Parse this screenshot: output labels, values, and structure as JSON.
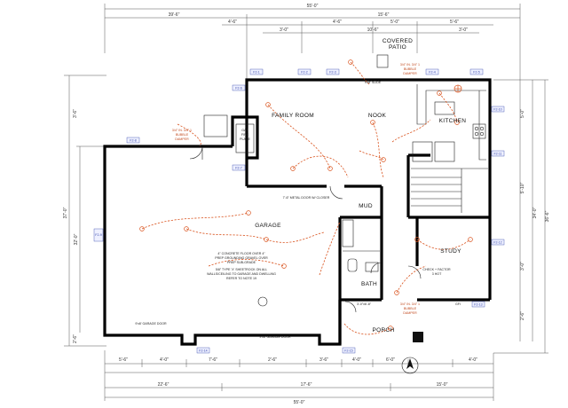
{
  "dims": {
    "top_overall": "55'-0\"",
    "top_left": "39'-6\"",
    "top_right": "15'-6\"",
    "top_row3": [
      "4'-6\"",
      "4'-6\"",
      "5'-0\"",
      "5'-6\""
    ],
    "top_row4": [
      "3'-0\"",
      "10'-6\"",
      "3'-0\""
    ],
    "left_overall": "37'-0\"",
    "left_row2": "32'-0\"",
    "left_small": [
      "3'-6\"",
      "2'-6\""
    ],
    "right_overall": "36'-6\"",
    "right_row2": "34'-0\"",
    "right_small": [
      "5'-0\"",
      "5'-10\"",
      "3'-0\"",
      "2'-6\""
    ],
    "bottom_overall": "55'-0\"",
    "bottom_row2": [
      "22'-6\"",
      "17'-6\"",
      "15'-0\""
    ],
    "bottom_row3": [
      "5'-6\"",
      "4'-0\"",
      "7'-6\"",
      "2'-6\"",
      "3'-6\"",
      "4'-0\"",
      "6'-0\"",
      "4'-0\""
    ]
  },
  "rooms": {
    "covered_patio": [
      "COVERED",
      "PATIO"
    ],
    "family_room": "FAMILY ROOM",
    "nook": "NOOK",
    "kitchen": "KITCHEN",
    "garage": "GARAGE",
    "mud": "MUD",
    "bath": "BATH",
    "study": "STUDY",
    "porch": "PORCH"
  },
  "notes": {
    "gas_fireplace": [
      "GAS",
      "FIRE",
      "PLACE"
    ],
    "patio_door": "9'x8' SLIDE",
    "steel_door": "7'-6\" METAL DOOR W/ CLOSER",
    "garage_slab": [
      "4\" CONCRETE FLOOR OVER 4\"",
      "PREP GROUNDING GRAVEL OVER",
      "PREP SUB-GRADE"
    ],
    "garage_wall": [
      "5/8\" TYPE 'X' SHEETROCK ON ALL",
      "WALLS/CEILING TO GARAGE AND DWELLING",
      "REFER TO NOTE 19"
    ],
    "garage_door_left": "9'x8' GARAGE DOOR",
    "garage_door_right": "9'x8' GARAGE DOOR",
    "smoke_left": [
      "3/4\" IN. 3/4\" 1",
      "BUBBLE",
      "DAMPER"
    ],
    "smoke_top": [
      "3/4\" IN. 3/4\" 1",
      "BUBBLE",
      "DAMPER"
    ],
    "study_check": [
      "CHECK + FACTOR",
      "3 HOT"
    ],
    "porch_box": [
      "3/4\" IN. 3/4\" 1",
      "BUBBLE",
      "DAMPER"
    ],
    "entry_door": "3'-0\"x6'-8\"",
    "corner_label": "GFI"
  },
  "tags": [
    "F2-1",
    "F2-2",
    "F2-3",
    "F2-4",
    "F2-5",
    "F2-6",
    "F2-7",
    "F2-8",
    "F2-9",
    "F2-10",
    "F2-11",
    "F2-12",
    "F2-13",
    "F2-14",
    "F2-15"
  ],
  "colors": {
    "walls": "#000000",
    "electrical": "#d9531e",
    "tags": "#3344aa",
    "dimension": "#444444"
  }
}
